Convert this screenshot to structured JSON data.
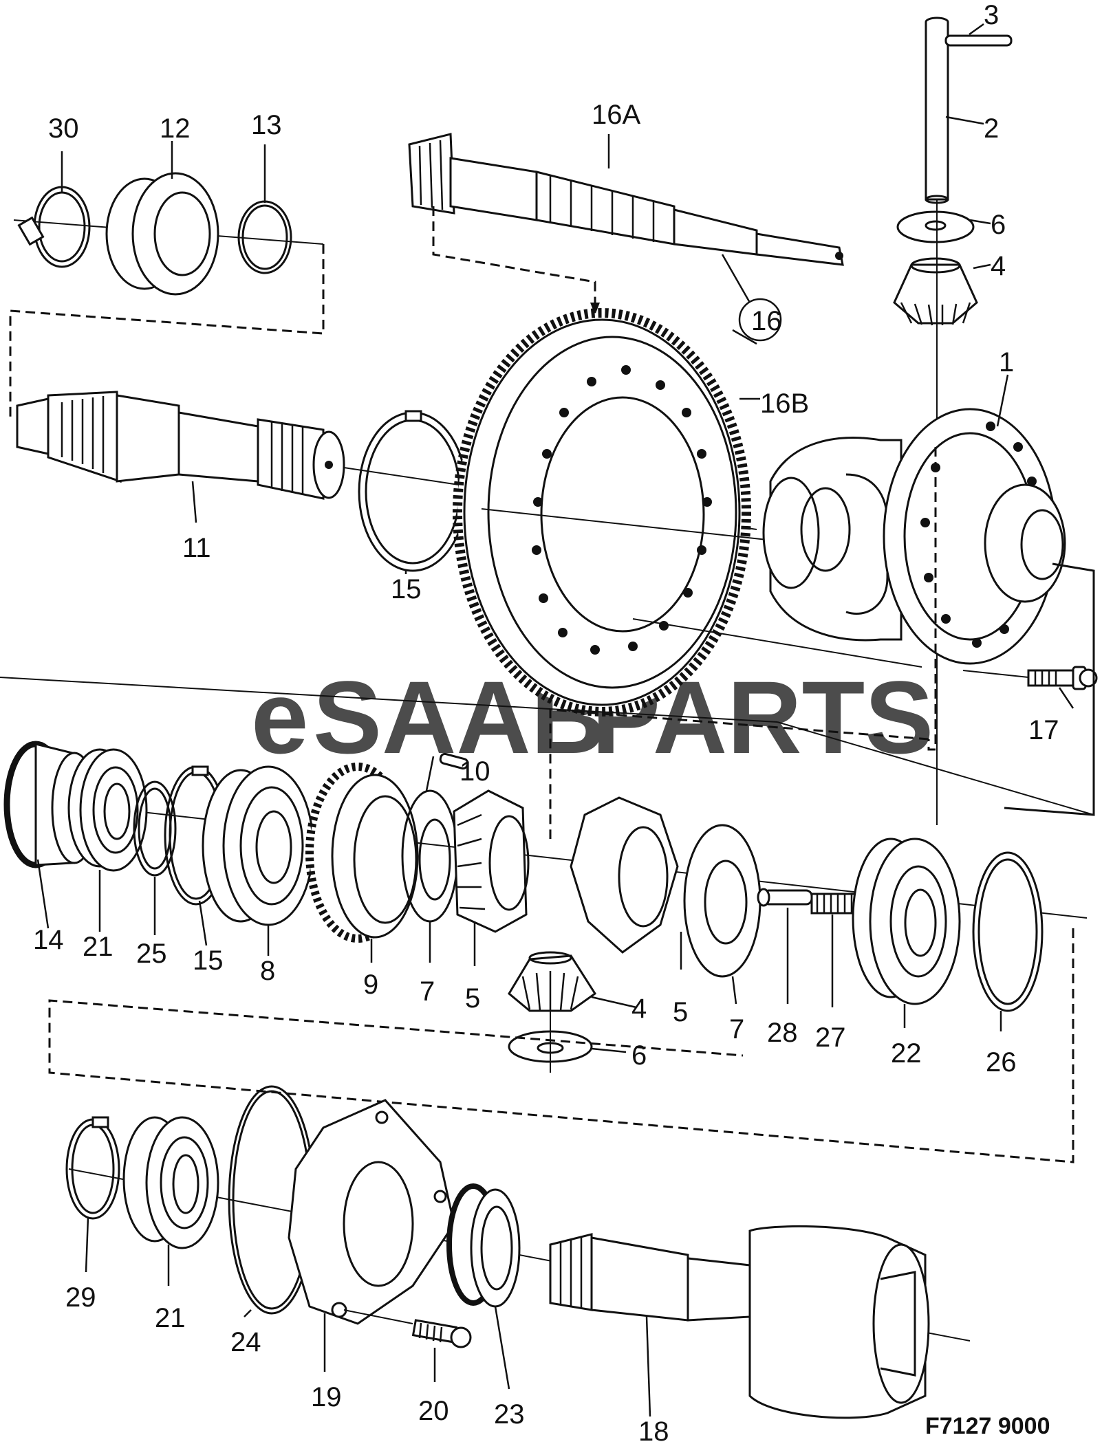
{
  "watermark": {
    "prefix": "e",
    "middle": "SAAB",
    "suffix": "PARTS",
    "color_red": "#e06060",
    "color_grey": "#bdbdbd"
  },
  "figure_code": "F7127 9000",
  "callouts": {
    "c1": "1",
    "c2": "2",
    "c3": "3",
    "c4a": "4",
    "c4b": "4",
    "c5a": "5",
    "c5b": "5",
    "c6a": "6",
    "c6b": "6",
    "c7a": "7",
    "c7b": "7",
    "c8": "8",
    "c9": "9",
    "c10": "10",
    "c11": "11",
    "c12": "12",
    "c13": "13",
    "c14": "14",
    "c15a": "15",
    "c15b": "15",
    "c16": "16",
    "c16a": "16A",
    "c16b": "16B",
    "c17": "17",
    "c18": "18",
    "c19": "19",
    "c20": "20",
    "c21a": "21",
    "c21b": "21",
    "c22": "22",
    "c23": "23",
    "c24": "24",
    "c25": "25",
    "c26": "26",
    "c27": "27",
    "c28": "28",
    "c29": "29",
    "c30": "30"
  }
}
